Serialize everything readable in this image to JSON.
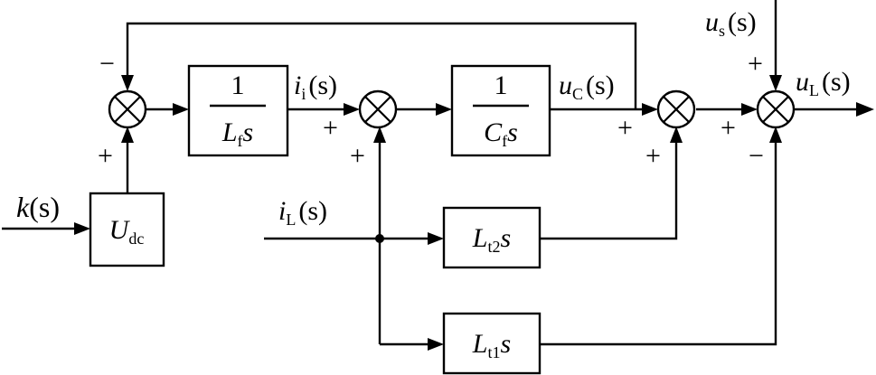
{
  "blocks": {
    "inductor": {
      "numerator": "1",
      "den_var": "L",
      "den_sub": "f",
      "den_s": "s"
    },
    "capacitor": {
      "numerator": "1",
      "den_var": "C",
      "den_sub": "f",
      "den_s": "s"
    },
    "udc": {
      "var": "U",
      "sub": "dc"
    },
    "lt2": {
      "var": "L",
      "sub": "t2",
      "s": "s"
    },
    "lt1": {
      "var": "L",
      "sub": "t1",
      "s": "s"
    }
  },
  "signals": {
    "k": {
      "var": "k",
      "arg": "(s)"
    },
    "ii": {
      "var": "i",
      "sub": "i",
      "arg": "(s)"
    },
    "uc": {
      "var": "u",
      "sub": "C",
      "arg": "(s)"
    },
    "us": {
      "var": "u",
      "sub": "s",
      "arg": "(s)"
    },
    "ul": {
      "var": "u",
      "sub": "L",
      "arg": "(s)"
    },
    "il": {
      "var": "i",
      "sub": "L",
      "arg": "(s)"
    }
  },
  "signs": {
    "sum1_feedback": "−",
    "sum1_input": "+",
    "sum2_input": "+",
    "sum2_il": "+",
    "sum3_uc": "+",
    "sum3_lt2": "+",
    "sum4_left": "+",
    "sum4_us": "+",
    "sum4_lt1": "−"
  }
}
